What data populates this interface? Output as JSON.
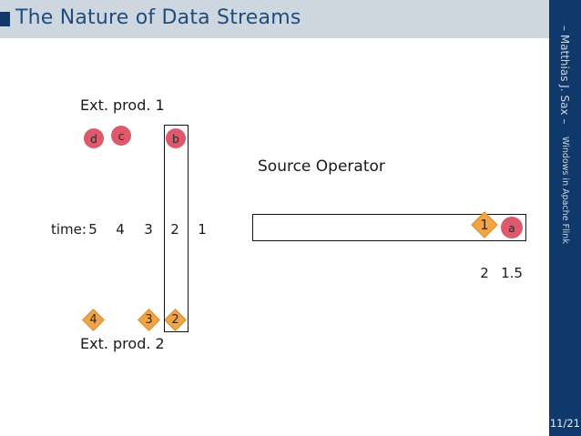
{
  "slide": {
    "title": "The Nature of Data Streams",
    "sidebar": {
      "author": "– Matthias J. Sax –",
      "deck_title": "Windows in Apache Flink",
      "page": "11/21"
    },
    "colors": {
      "navy": "#10396B",
      "titlebar_bg": "#CED7E0",
      "title_text": "#1E4D7E",
      "record_pink": "#DC5A6C",
      "watermark_orange": "#F1A443",
      "watermark_stroke": "#DE8F33"
    }
  },
  "diagram": {
    "ext1_label": "Ext. prod. 1",
    "ext2_label": "Ext. prod. 2",
    "source_label": "Source Operator",
    "time_label": "time:",
    "time_values": [
      "5",
      "4",
      "3",
      "2",
      "1"
    ],
    "ext1_events": [
      "d",
      "c",
      "b"
    ],
    "ext2_events": [
      "4",
      "3",
      "2"
    ],
    "source_watermark": "1",
    "source_record": "a",
    "below_values": [
      "2",
      "1.5"
    ]
  }
}
